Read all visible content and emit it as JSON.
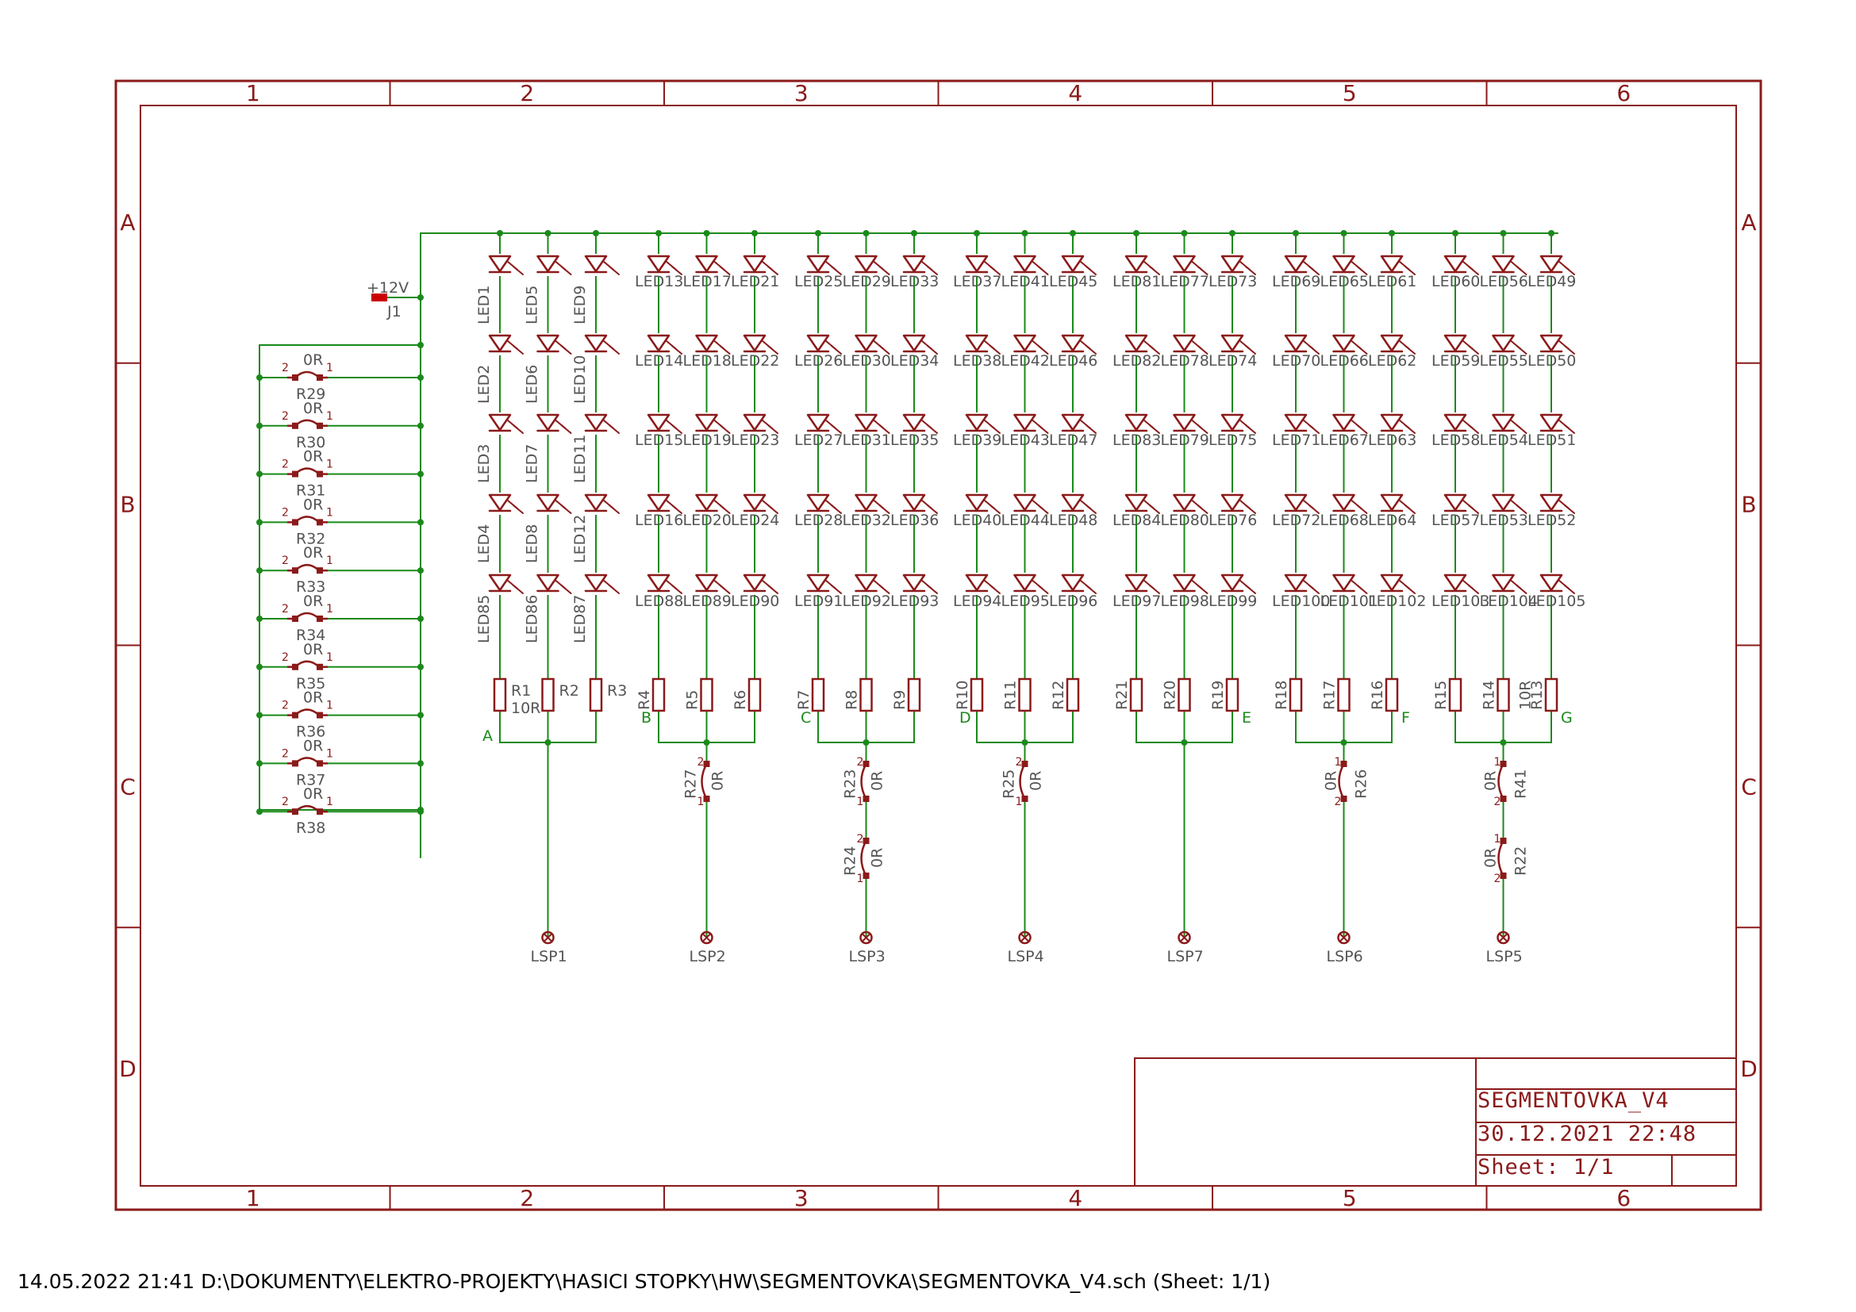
{
  "frame": {
    "columns": [
      "1",
      "2",
      "3",
      "4",
      "5",
      "6"
    ],
    "rows": [
      "A",
      "B",
      "C",
      "D"
    ]
  },
  "title_block": {
    "name": "SEGMENTOVKA_V4",
    "date": "30.12.2021 22:48",
    "sheet": "Sheet: 1/1"
  },
  "supply": {
    "net": "+12V",
    "ref": "J1"
  },
  "jumpers_left": [
    {
      "ref": "R29",
      "value": "0R"
    },
    {
      "ref": "R30",
      "value": "0R"
    },
    {
      "ref": "R31",
      "value": "0R"
    },
    {
      "ref": "R32",
      "value": "0R"
    },
    {
      "ref": "R33",
      "value": "0R"
    },
    {
      "ref": "R34",
      "value": "0R"
    },
    {
      "ref": "R35",
      "value": "0R"
    },
    {
      "ref": "R36",
      "value": "0R"
    },
    {
      "ref": "R37",
      "value": "0R"
    },
    {
      "ref": "R38",
      "value": "0R"
    }
  ],
  "segments": [
    {
      "net": "A",
      "led_columns": [
        [
          "LED1",
          "LED2",
          "LED3",
          "LED4",
          "LED85"
        ],
        [
          "LED5",
          "LED6",
          "LED7",
          "LED8",
          "LED86"
        ],
        [
          "LED9",
          "LED10",
          "LED11",
          "LED12",
          "LED87"
        ]
      ],
      "resistors": [
        {
          "ref": "R1",
          "value": "10R"
        },
        {
          "ref": "R2",
          "value": ""
        },
        {
          "ref": "R3",
          "value": ""
        }
      ],
      "jumpers": [],
      "pad": "LSP1"
    },
    {
      "net": "B",
      "led_columns": [
        [
          "LED13",
          "LED14",
          "LED15",
          "LED16",
          "LED88"
        ],
        [
          "LED17",
          "LED18",
          "LED19",
          "LED20",
          "LED89"
        ],
        [
          "LED21",
          "LED22",
          "LED23",
          "LED24",
          "LED90"
        ]
      ],
      "resistors": [
        {
          "ref": "R4",
          "value": ""
        },
        {
          "ref": "R5",
          "value": ""
        },
        {
          "ref": "R6",
          "value": ""
        }
      ],
      "jumpers": [
        {
          "ref": "R27",
          "value": "0R",
          "pin_top": "2",
          "pin_bottom": "1"
        }
      ],
      "pad": "LSP2"
    },
    {
      "net": "C",
      "led_columns": [
        [
          "LED25",
          "LED26",
          "LED27",
          "LED28",
          "LED91"
        ],
        [
          "LED29",
          "LED30",
          "LED31",
          "LED32",
          "LED92"
        ],
        [
          "LED33",
          "LED34",
          "LED35",
          "LED36",
          "LED93"
        ]
      ],
      "resistors": [
        {
          "ref": "R7",
          "value": ""
        },
        {
          "ref": "R8",
          "value": ""
        },
        {
          "ref": "R9",
          "value": ""
        }
      ],
      "jumpers": [
        {
          "ref": "R23",
          "value": "0R",
          "pin_top": "2",
          "pin_bottom": "1"
        },
        {
          "ref": "R24",
          "value": "0R",
          "pin_top": "2",
          "pin_bottom": "1"
        }
      ],
      "pad": "LSP3"
    },
    {
      "net": "D",
      "led_columns": [
        [
          "LED37",
          "LED38",
          "LED39",
          "LED40",
          "LED94"
        ],
        [
          "LED41",
          "LED42",
          "LED43",
          "LED44",
          "LED95"
        ],
        [
          "LED45",
          "LED46",
          "LED47",
          "LED48",
          "LED96"
        ]
      ],
      "resistors": [
        {
          "ref": "R10",
          "value": ""
        },
        {
          "ref": "R11",
          "value": ""
        },
        {
          "ref": "R12",
          "value": ""
        }
      ],
      "jumpers": [
        {
          "ref": "R25",
          "value": "0R",
          "pin_top": "2",
          "pin_bottom": "1"
        }
      ],
      "pad": "LSP4"
    },
    {
      "net": "E",
      "led_columns": [
        [
          "LED81",
          "LED82",
          "LED83",
          "LED84",
          "LED97"
        ],
        [
          "LED77",
          "LED78",
          "LED79",
          "LED80",
          "LED98"
        ],
        [
          "LED73",
          "LED74",
          "LED75",
          "LED76",
          "LED99"
        ]
      ],
      "resistors": [
        {
          "ref": "R21",
          "value": ""
        },
        {
          "ref": "R20",
          "value": ""
        },
        {
          "ref": "R19",
          "value": ""
        }
      ],
      "jumpers": [],
      "pad": "LSP7"
    },
    {
      "net": "F",
      "led_columns": [
        [
          "LED69",
          "LED70",
          "LED71",
          "LED72",
          "LED100"
        ],
        [
          "LED65",
          "LED66",
          "LED67",
          "LED68",
          "LED101"
        ],
        [
          "LED61",
          "LED62",
          "LED63",
          "LED64",
          "LED102"
        ]
      ],
      "resistors": [
        {
          "ref": "R18",
          "value": ""
        },
        {
          "ref": "R17",
          "value": ""
        },
        {
          "ref": "R16",
          "value": ""
        }
      ],
      "jumpers": [
        {
          "ref": "R26",
          "value": "0R",
          "pin_top": "1",
          "pin_bottom": "2"
        }
      ],
      "pad": "LSP6"
    },
    {
      "net": "G",
      "led_columns": [
        [
          "LED60",
          "LED59",
          "LED58",
          "LED57",
          "LED103"
        ],
        [
          "LED56",
          "LED55",
          "LED54",
          "LED53",
          "LED104"
        ],
        [
          "LED49",
          "LED50",
          "LED51",
          "LED52",
          "LED105"
        ]
      ],
      "resistors": [
        {
          "ref": "R15",
          "value": ""
        },
        {
          "ref": "R14",
          "value": "10R"
        },
        {
          "ref": "R13",
          "value": ""
        }
      ],
      "jumpers": [
        {
          "ref": "R41",
          "value": "0R",
          "pin_top": "1",
          "pin_bottom": "2"
        },
        {
          "ref": "R22",
          "value": "0R",
          "pin_top": "1",
          "pin_bottom": "2"
        }
      ],
      "pad": "LSP5"
    }
  ],
  "footer": "14.05.2022 21:41  D:\\DOKUMENTY\\ELEKTRO-PROJEKTY\\HASICI STOPKY\\HW\\SEGMENTOVKA\\SEGMENTOVKA_V4.sch (Sheet: 1/1)",
  "colors": {
    "frame": "#8b1a1a",
    "wire": "#1a8a1a",
    "part": "#8b1a1a",
    "label": "#555555"
  }
}
